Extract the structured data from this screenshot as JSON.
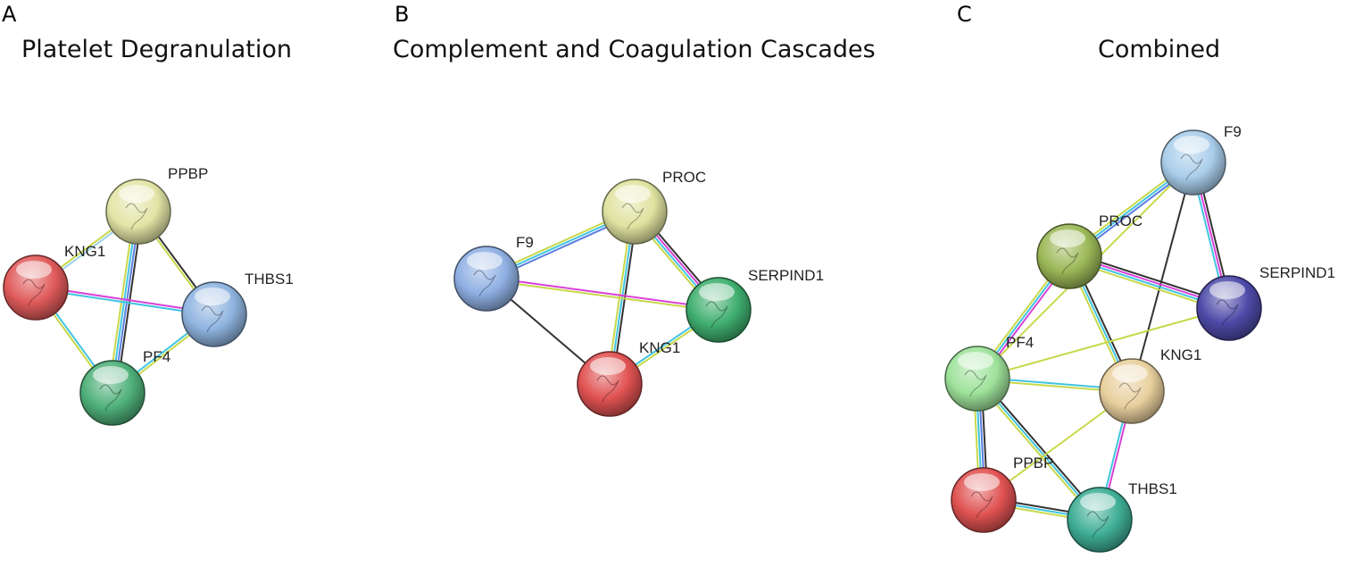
{
  "panels": [
    {
      "letter": "A",
      "title": "Platelet Degranulation",
      "nodes": [
        {
          "id": "PPBP",
          "label": "PPBP",
          "color": "#e2e5a6"
        },
        {
          "id": "KNG1",
          "label": "KNG1",
          "color": "#e05a5a"
        },
        {
          "id": "THBS1",
          "label": "THBS1",
          "color": "#8fb4e0"
        },
        {
          "id": "PF4",
          "label": "PF4",
          "color": "#4fb07a"
        }
      ],
      "edges": [
        {
          "from": "PPBP",
          "to": "KNG1",
          "colors": [
            "#9bd3e8",
            "#c8d84a"
          ]
        },
        {
          "from": "PPBP",
          "to": "PF4",
          "colors": [
            "#333333",
            "#5a7de0",
            "#41c4e0",
            "#c8d84a"
          ]
        },
        {
          "from": "PPBP",
          "to": "THBS1",
          "colors": [
            "#333333",
            "#c8d84a"
          ]
        },
        {
          "from": "KNG1",
          "to": "THBS1",
          "colors": [
            "#d940d9",
            "#41c4e0"
          ]
        },
        {
          "from": "KNG1",
          "to": "PF4",
          "colors": [
            "#41c4e0",
            "#c8d84a"
          ]
        },
        {
          "from": "PF4",
          "to": "THBS1",
          "colors": [
            "#41c4e0",
            "#c8d84a"
          ]
        }
      ]
    },
    {
      "letter": "B",
      "title": "Complement and Coagulation Cascades",
      "nodes": [
        {
          "id": "PROC",
          "label": "PROC",
          "color": "#dfe3a0"
        },
        {
          "id": "F9",
          "label": "F9",
          "color": "#8fb0e3"
        },
        {
          "id": "SERPIND1",
          "label": "SERPIND1",
          "color": "#3fae6e"
        },
        {
          "id": "KNG1",
          "label": "KNG1",
          "color": "#e05252"
        }
      ],
      "edges": [
        {
          "from": "PROC",
          "to": "F9",
          "colors": [
            "#5a7de0",
            "#41c4e0",
            "#c8d84a"
          ]
        },
        {
          "from": "PROC",
          "to": "SERPIND1",
          "colors": [
            "#333333",
            "#d940d9",
            "#41c4e0",
            "#c8d84a"
          ]
        },
        {
          "from": "PROC",
          "to": "KNG1",
          "colors": [
            "#333333",
            "#41c4e0",
            "#c8d84a"
          ]
        },
        {
          "from": "F9",
          "to": "SERPIND1",
          "colors": [
            "#d940d9",
            "#c8d84a"
          ]
        },
        {
          "from": "F9",
          "to": "KNG1",
          "colors": [
            "#333333"
          ]
        },
        {
          "from": "KNG1",
          "to": "SERPIND1",
          "colors": [
            "#41c4e0",
            "#c8d84a"
          ]
        }
      ]
    },
    {
      "letter": "C",
      "title": "Combined",
      "nodes": [
        {
          "id": "F9",
          "label": "F9",
          "color": "#a9cdea"
        },
        {
          "id": "PROC",
          "label": "PROC",
          "color": "#9bb857"
        },
        {
          "id": "SERPIND1",
          "label": "SERPIND1",
          "color": "#4d4aa8"
        },
        {
          "id": "PF4",
          "label": "PF4",
          "color": "#9ee29a"
        },
        {
          "id": "KNG1",
          "label": "KNG1",
          "color": "#e8cf9e"
        },
        {
          "id": "PPBP",
          "label": "PPBP",
          "color": "#e05252"
        },
        {
          "id": "THBS1",
          "label": "THBS1",
          "color": "#3fae96"
        }
      ],
      "edges": [
        {
          "from": "F9",
          "to": "PROC",
          "colors": [
            "#5a7de0",
            "#41c4e0",
            "#c8d84a"
          ]
        },
        {
          "from": "F9",
          "to": "SERPIND1",
          "colors": [
            "#333333",
            "#d940d9",
            "#41c4e0"
          ]
        },
        {
          "from": "F9",
          "to": "KNG1",
          "colors": [
            "#333333"
          ]
        },
        {
          "from": "F9",
          "to": "PF4",
          "colors": [
            "#c8d84a"
          ]
        },
        {
          "from": "PROC",
          "to": "SERPIND1",
          "colors": [
            "#333333",
            "#d940d9",
            "#41c4e0",
            "#c8d84a"
          ]
        },
        {
          "from": "PROC",
          "to": "KNG1",
          "colors": [
            "#333333",
            "#41c4e0",
            "#c8d84a"
          ]
        },
        {
          "from": "PROC",
          "to": "PF4",
          "colors": [
            "#d940d9",
            "#41c4e0",
            "#c8d84a"
          ]
        },
        {
          "from": "PF4",
          "to": "SERPIND1",
          "colors": [
            "#c8d84a"
          ]
        },
        {
          "from": "PF4",
          "to": "KNG1",
          "colors": [
            "#41c4e0",
            "#c8d84a"
          ]
        },
        {
          "from": "PF4",
          "to": "PPBP",
          "colors": [
            "#333333",
            "#5a7de0",
            "#41c4e0",
            "#c8d84a"
          ]
        },
        {
          "from": "PF4",
          "to": "THBS1",
          "colors": [
            "#333333",
            "#41c4e0",
            "#c8d84a"
          ]
        },
        {
          "from": "KNG1",
          "to": "PPBP",
          "colors": [
            "#c8d84a"
          ]
        },
        {
          "from": "KNG1",
          "to": "THBS1",
          "colors": [
            "#d940d9",
            "#41c4e0"
          ]
        },
        {
          "from": "PPBP",
          "to": "THBS1",
          "colors": [
            "#333333",
            "#41c4e0",
            "#c8d84a"
          ]
        }
      ]
    }
  ]
}
